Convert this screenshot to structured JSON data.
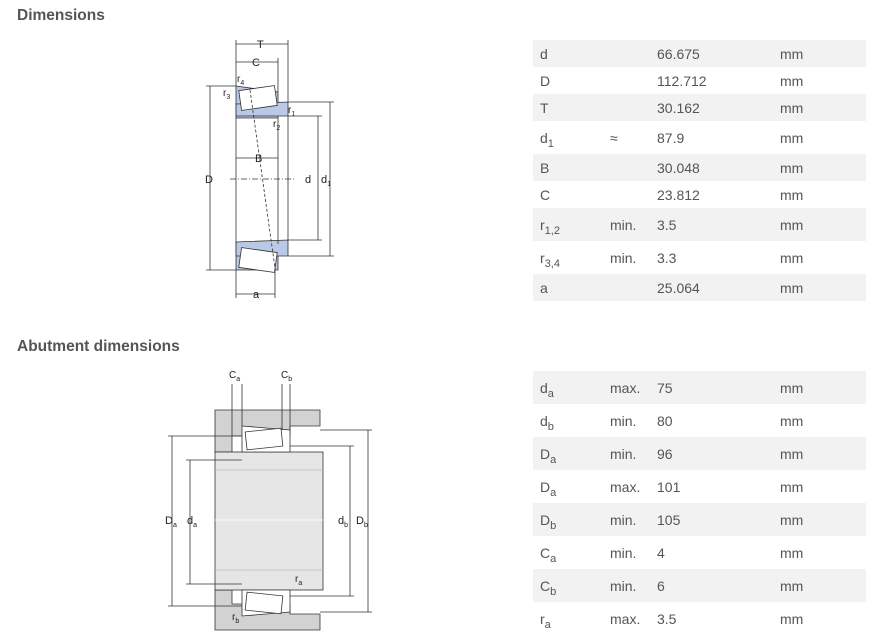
{
  "sections": {
    "dimensions_title": "Dimensions",
    "abutment_title": "Abutment dimensions"
  },
  "colors": {
    "row_band": "#f2f2f2",
    "bearing_blue": "#b9c9e6",
    "housing_gray": "#d2d2d2"
  },
  "diagram1_labels": {
    "T": "T",
    "C": "C",
    "r4": "r",
    "r4_sub": "4",
    "r3": "r",
    "r3_sub": "3",
    "r1": "r",
    "r1_sub": "1",
    "r2": "r",
    "r2_sub": "2",
    "B": "B",
    "D": "D",
    "d": "d",
    "d1": "d",
    "d1_sub": "1",
    "a": "a"
  },
  "diagram2_labels": {
    "Ca": "C",
    "Ca_sub": "a",
    "Cb": "C",
    "Cb_sub": "b",
    "Da": "D",
    "Da_sub": "a",
    "da": "d",
    "da_sub": "a",
    "db": "d",
    "db_sub": "b",
    "Db": "D",
    "Db_sub": "b",
    "ra": "r",
    "ra_sub": "a",
    "rb": "r",
    "rb_sub": "b"
  },
  "dimensions": [
    {
      "sym": "d",
      "sub": "",
      "qual": "",
      "value": "66.675",
      "unit": "mm",
      "h": 27
    },
    {
      "sym": "D",
      "sub": "",
      "qual": "",
      "value": "112.712",
      "unit": "mm",
      "h": 27
    },
    {
      "sym": "T",
      "sub": "",
      "qual": "",
      "value": "30.162",
      "unit": "mm",
      "h": 27
    },
    {
      "sym": "d",
      "sub": "1",
      "qual": "≈",
      "value": "87.9",
      "unit": "mm",
      "h": 33
    },
    {
      "sym": "B",
      "sub": "",
      "qual": "",
      "value": "30.048",
      "unit": "mm",
      "h": 27
    },
    {
      "sym": "C",
      "sub": "",
      "qual": "",
      "value": "23.812",
      "unit": "mm",
      "h": 27
    },
    {
      "sym": "r",
      "sub": "1,2",
      "qual": "min.",
      "value": "3.5",
      "unit": "mm",
      "h": 33
    },
    {
      "sym": "r",
      "sub": "3,4",
      "qual": "min.",
      "value": "3.3",
      "unit": "mm",
      "h": 33
    },
    {
      "sym": "a",
      "sub": "",
      "qual": "",
      "value": "25.064",
      "unit": "mm",
      "h": 27
    }
  ],
  "abutment": [
    {
      "sym": "d",
      "sub": "a",
      "qual": "max.",
      "value": "75",
      "unit": "mm"
    },
    {
      "sym": "d",
      "sub": "b",
      "qual": "min.",
      "value": "80",
      "unit": "mm"
    },
    {
      "sym": "D",
      "sub": "a",
      "qual": "min.",
      "value": "96",
      "unit": "mm"
    },
    {
      "sym": "D",
      "sub": "a",
      "qual": "max.",
      "value": "101",
      "unit": "mm"
    },
    {
      "sym": "D",
      "sub": "b",
      "qual": "min.",
      "value": "105",
      "unit": "mm"
    },
    {
      "sym": "C",
      "sub": "a",
      "qual": "min.",
      "value": "4",
      "unit": "mm"
    },
    {
      "sym": "C",
      "sub": "b",
      "qual": "min.",
      "value": "6",
      "unit": "mm"
    },
    {
      "sym": "r",
      "sub": "a",
      "qual": "max.",
      "value": "3.5",
      "unit": "mm"
    }
  ]
}
